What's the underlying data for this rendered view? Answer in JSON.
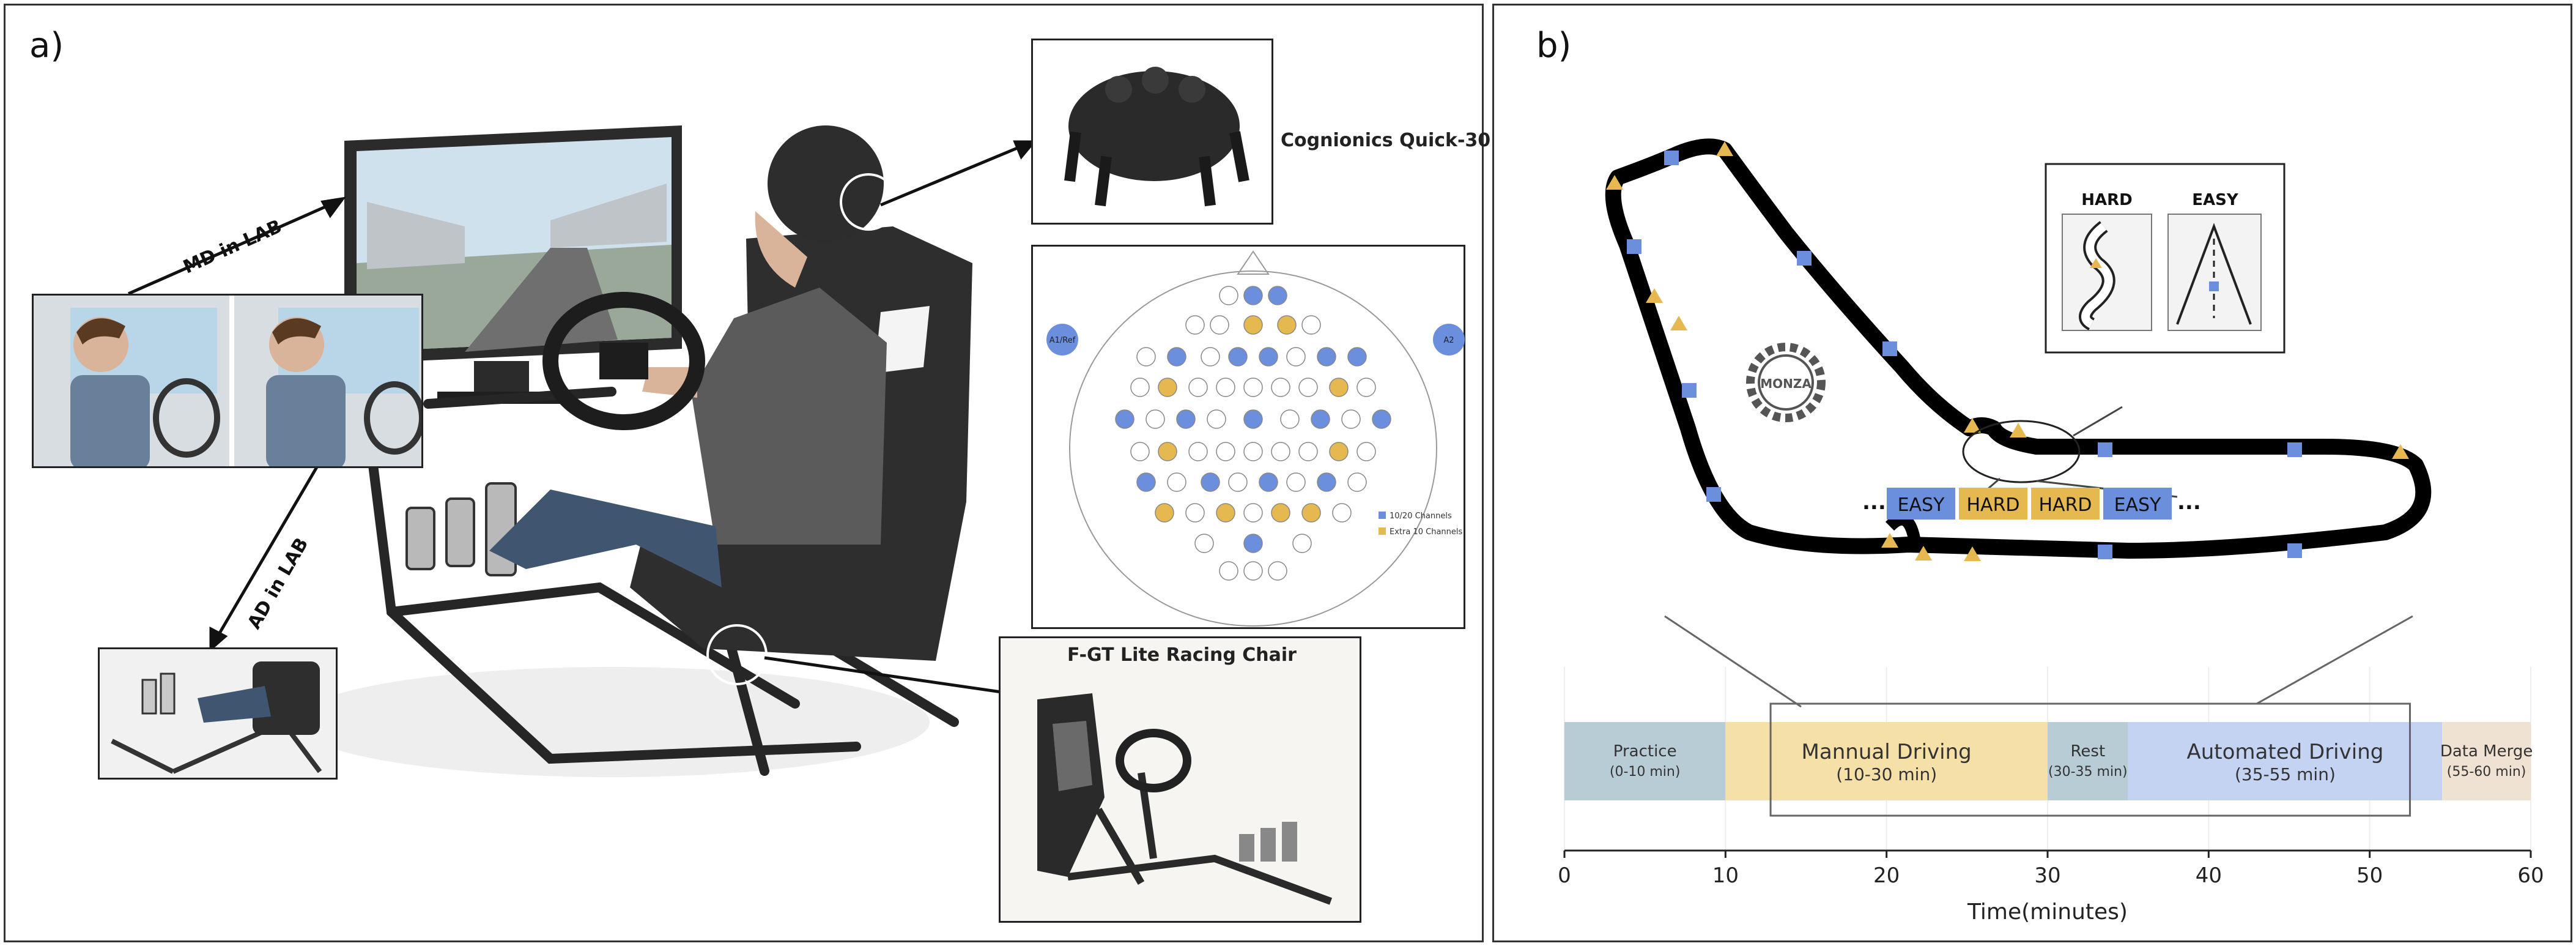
{
  "panel_a": {
    "label": "a)",
    "headset_label": "Cognionics Quick-30",
    "chair_label": "F-GT Lite Racing Chair",
    "md_label": "MD in LAB",
    "ad_label": "AD in LAB",
    "eeg": {
      "left_ref": "A1/Ref",
      "right_ref": "A2",
      "legend_1020": "10/20 Channels",
      "legend_extra": "Extra 10 Channels",
      "colors": {
        "blue": "#6b8fdc",
        "yellow": "#e5b94f"
      }
    }
  },
  "panel_b": {
    "label": "b)",
    "track_logo": "MONZA",
    "hard_label": "HARD",
    "easy_label": "EASY",
    "sequence": [
      "EASY",
      "HARD",
      "HARD",
      "EASY"
    ],
    "dots": "...",
    "colors": {
      "easy": "#6b8fdc",
      "hard": "#e5b94f"
    },
    "timeline": {
      "xlabel": "Time(minutes)",
      "xlim": [
        0,
        60
      ],
      "ticks": [
        "0",
        "10",
        "20",
        "30",
        "40",
        "50",
        "60"
      ],
      "phases": [
        {
          "name": "Practice",
          "range": "(0-10 min)",
          "start": 0,
          "end": 10,
          "color": "#b8ccd6"
        },
        {
          "name": "Mannual Driving",
          "range": "(10-30 min)",
          "start": 10,
          "end": 30,
          "color": "#f5e0a8"
        },
        {
          "name": "Rest",
          "range": "(30-35 min)",
          "start": 30,
          "end": 35,
          "color": "#b8ccd6"
        },
        {
          "name": "Automated Driving",
          "range": "(35-55 min)",
          "start": 35,
          "end": 54.5,
          "color": "#c5d3f2"
        },
        {
          "name": "Data Merge",
          "range": "(55-60 min)",
          "start": 54.5,
          "end": 60,
          "color": "#f0e2d2"
        }
      ],
      "highlight_box": [
        12.8,
        52.5
      ]
    }
  }
}
